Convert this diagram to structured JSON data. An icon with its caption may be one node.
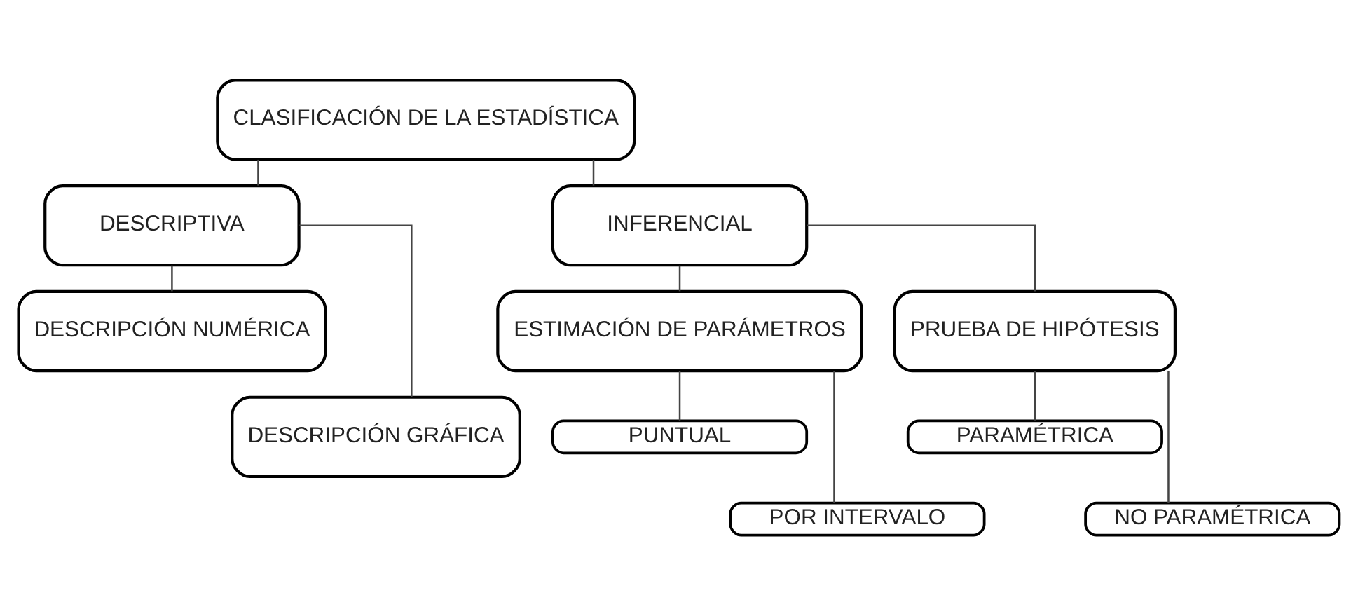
{
  "diagram": {
    "nodes": [
      {
        "text": [
          "CLASIFICACIÓN DE LA ESTADÍSTICA"
        ]
      },
      {
        "text": [
          "DESCRIPTIVA"
        ]
      },
      {
        "text": [
          "INFERENCIAL"
        ]
      },
      {
        "text": [
          "DESCRIPCIÓN NUMÉRICA"
        ]
      },
      {
        "text": [
          "DESCRIPCIÓN GRÁFICA"
        ]
      },
      {
        "text": [
          "ESTIMACIÓN DE PARÁMETROS"
        ]
      },
      {
        "text": [
          "PRUEBA DE HIPÓTESIS"
        ]
      },
      {
        "text": [
          "PUNTUAL"
        ]
      },
      {
        "text": [
          "POR INTERVALO"
        ]
      },
      {
        "text": [
          "PARAMÉTRICA"
        ]
      },
      {
        "text": [
          "NO PARAMÉTRICA"
        ]
      }
    ],
    "edges": [
      {
        "from": 0,
        "to": 1,
        "arrow": "none"
      },
      {
        "from": 0,
        "to": 2,
        "arrow": "none"
      },
      {
        "from": 1,
        "to": 3,
        "arrow": "none"
      },
      {
        "from": 1,
        "to": 4,
        "arrow": "none"
      },
      {
        "from": 2,
        "to": 5,
        "arrow": "none"
      },
      {
        "from": 2,
        "to": 6,
        "arrow": "none"
      },
      {
        "from": 5,
        "to": 7,
        "arrow": "none"
      },
      {
        "from": 5,
        "to": 8,
        "arrow": "none"
      },
      {
        "from": 6,
        "to": 9,
        "arrow": "none"
      },
      {
        "from": 6,
        "to": 10,
        "arrow": "none"
      }
    ]
  }
}
